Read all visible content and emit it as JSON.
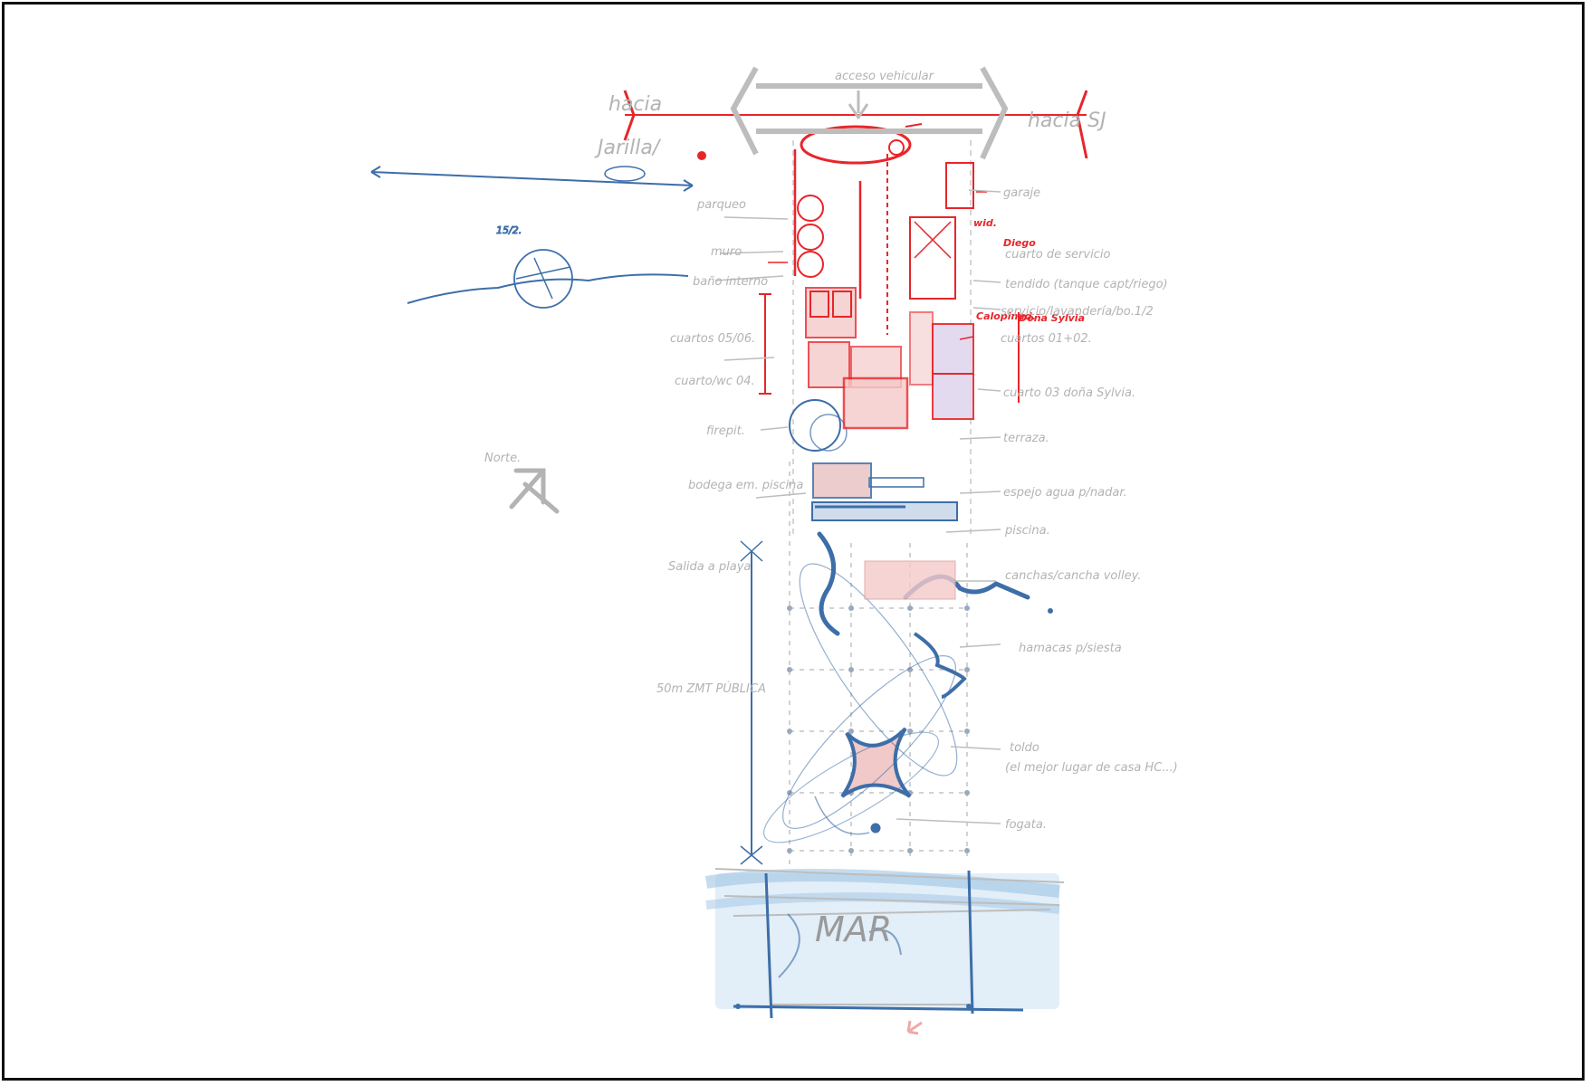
{
  "labels": {
    "acceso": "acceso vehicular",
    "hacia_left": "hacia",
    "jarilla": "Jarilla/",
    "hacia_right": "hacia SJ",
    "garaje": "garaje",
    "parqueo": "parqueo",
    "muro": "muro",
    "bano_interno": "baño interno",
    "cuartos_0506": "cuartos 05/06.",
    "cuarto_04": "cuarto/wc 04.",
    "firepit": "firepit.",
    "bodega": "bodega em. piscina",
    "salida": "Salida a playa",
    "zmt": "50m ZMT PÚBLICA",
    "norte": "Norte.",
    "cuarto_servicio": "cuarto de servicio",
    "tendido": "tendido (tanque capt/riego)",
    "servicio_lav": "servicio/lavandería/bo.1/2",
    "cuartos_0102": "cuartos 01+02.",
    "cuarto_03": "cuarto 03 doña Sylvia.",
    "terraza": "terraza.",
    "espejo": "espejo agua p/nadar.",
    "piscina": "piscina.",
    "canchas": "canchas/cancha volley.",
    "hamacas": "hamacas p/siesta",
    "toldo": "toldo",
    "toldo_sub": "(el mejor lugar de casa HC...)",
    "fogata": "fogata.",
    "mar": "MAR",
    "scale": "15/2.",
    "red_diego": "Diego",
    "red_wid": "wid.",
    "red_dona": "Doña Sylvia",
    "red_calopinad": "Calopinad."
  },
  "colors": {
    "red": "#e8252a",
    "blue": "#3d6ea8",
    "grey": "#b3b3b3",
    "pink": "#f5caca",
    "lightblue": "#cfe3f3",
    "lavender": "#e2d6ef"
  }
}
